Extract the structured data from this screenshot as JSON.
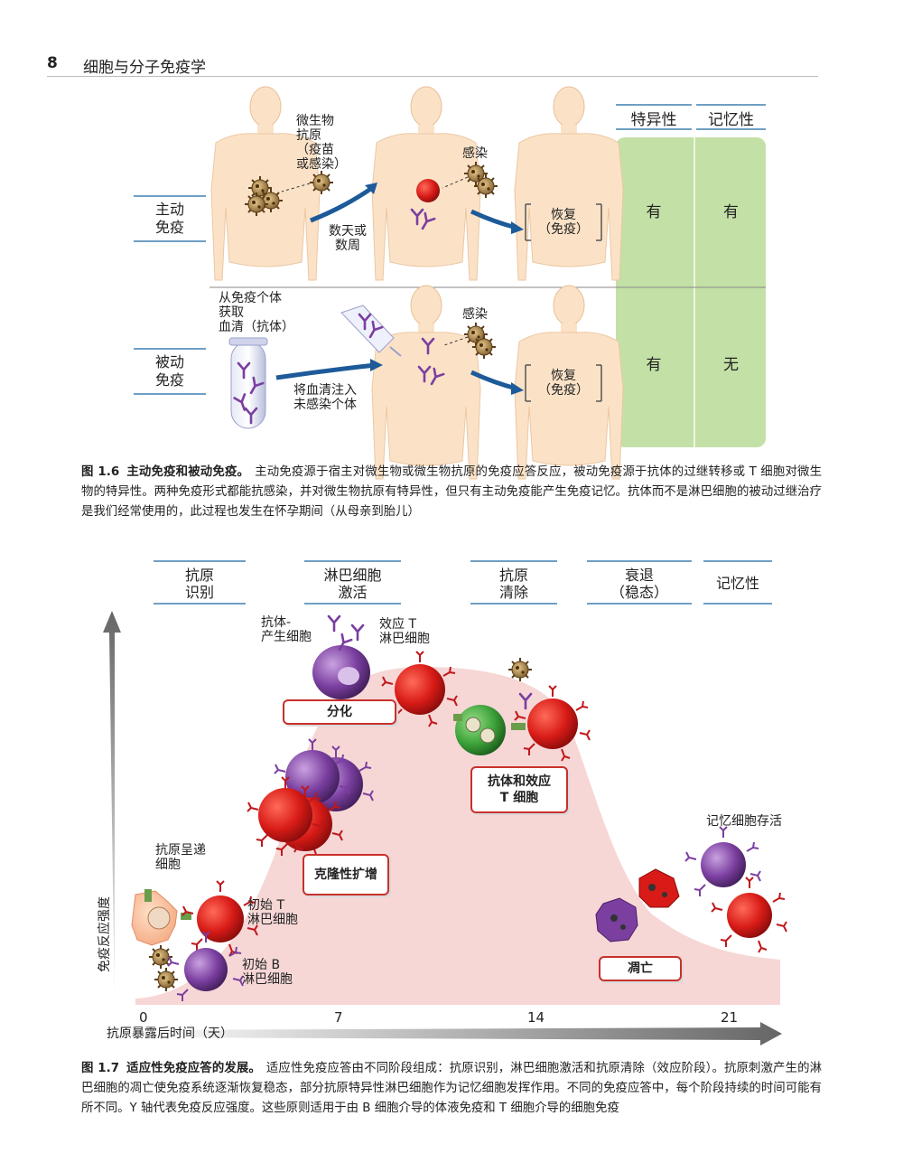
{
  "header": {
    "page_number": "8",
    "book_title": "细胞与分子免疫学"
  },
  "figure1": {
    "columns": {
      "specificity": "特异性",
      "memory": "记忆性"
    },
    "active": {
      "label_line1": "主动",
      "label_line2": "免疫",
      "antigen_l1": "微生物",
      "antigen_l2": "抗原",
      "antigen_l3": "（疫苗",
      "antigen_l4": "或感染）",
      "infection": "感染",
      "days_l1": "数天或",
      "days_l2": "数周",
      "recover_l1": "恢复",
      "recover_l2": "（免疫）",
      "specificity": "有",
      "memory": "有"
    },
    "passive": {
      "label_line1": "被动",
      "label_line2": "免疫",
      "serum_l1": "从免疫个体",
      "serum_l2": "获取",
      "serum_l3": "血清（抗体）",
      "infection": "感染",
      "inject_l1": "将血清注入",
      "inject_l2": "未感染个体",
      "recover_l1": "恢复",
      "recover_l2": "（免疫）",
      "specificity": "有",
      "memory": "无"
    },
    "caption": {
      "number": "图 1.6",
      "title": "主动免疫和被动免疫。",
      "text": "主动免疫源于宿主对微生物或微生物抗原的免疫应答反应，被动免疫源于抗体的过继转移或 T 细胞对微生物的特异性。两种免疫形式都能抗感染，并对微生物抗原有特异性，但只有主动免疫能产生免疫记忆。抗体而不是淋巴细胞的被动过继治疗是我们经常使用的，此过程也发生在怀孕期间（从母亲到胎儿）"
    }
  },
  "figure2": {
    "phases": [
      {
        "l1": "抗原",
        "l2": "识别"
      },
      {
        "l1": "淋巴细胞",
        "l2": "激活"
      },
      {
        "l1": "抗原",
        "l2": "清除"
      },
      {
        "l1": "衰退",
        "l2": "（稳态）"
      },
      {
        "l1": "记忆性",
        "l2": ""
      }
    ],
    "y_axis_label": "免疫反应强度",
    "x_axis_label": "抗原暴露后时间（天）",
    "x_ticks": [
      "0",
      "7",
      "14",
      "21"
    ],
    "labels": {
      "apc_l1": "抗原呈递",
      "apc_l2": "细胞",
      "naive_t_l1": "初始 T",
      "naive_t_l2": "淋巴细胞",
      "naive_b_l1": "初始 B",
      "naive_b_l2": "淋巴细胞",
      "ab_cell_l1": "抗体-",
      "ab_cell_l2": "产生细胞",
      "eff_t_l1": "效应 T",
      "eff_t_l2": "淋巴细胞",
      "memory_survival": "记忆细胞存活"
    },
    "boxes": {
      "differentiation": "分化",
      "clonal_expansion": "克隆性扩增",
      "ab_effector_l1": "抗体和效应",
      "ab_effector_l2": "T 细胞",
      "apoptosis": "凋亡"
    },
    "caption": {
      "number": "图 1.7",
      "title": "适应性免疫应答的发展。",
      "text": "适应性免疫应答由不同阶段组成：抗原识别，淋巴细胞激活和抗原清除（效应阶段）。抗原刺激产生的淋巴细胞的凋亡使免疫系统逐渐恢复稳态，部分抗原特异性淋巴细胞作为记忆细胞发挥作用。不同的免疫应答中，每个阶段持续的时间可能有所不同。Y 轴代表免疫反应强度。这些原则适用于由 B 细胞介导的体液免疫和 T 细胞介导的细胞免疫"
    }
  },
  "colors": {
    "accent_blue": "#1d5a99",
    "green_panel": "#c3e0a6",
    "red_box": "#c9302c",
    "curve_fill": "#f6d7d6"
  }
}
